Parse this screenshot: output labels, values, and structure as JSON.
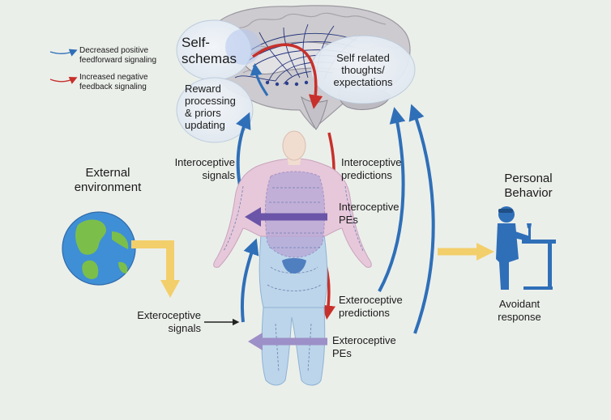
{
  "legend": {
    "blue_label": "Decreased positive\nfeedforward signaling",
    "red_label": "Increased negative\nfeedback signaling"
  },
  "bubbles": {
    "self_schemas": "Self-\nschemas",
    "self_related": "Self related\nthoughts/\nexpectations",
    "reward": "Reward\nprocessing\n& priors\nupdating"
  },
  "labels": {
    "external_environment": "External\nenvironment",
    "personal_behavior": "Personal\nBehavior",
    "interoceptive_signals": "Interoceptive\nsignals",
    "interoceptive_predictions": "Interoceptive\npredictions",
    "interoceptive_pes": "Interoceptive\nPEs",
    "exteroceptive_signals": "Exteroceptive\nsignals",
    "exteroceptive_predictions": "Exteroceptive\npredictions",
    "exteroceptive_pes": "Exteroceptive\nPEs",
    "avoidant_response": "Avoidant\nresponse"
  },
  "colors": {
    "background": "#ebefea",
    "blue": "#2f6fb8",
    "red": "#c8302b",
    "yellow": "#f3cf6b",
    "purple": "#6a55a8",
    "body_upper": "#e6c8da",
    "body_lower": "#bcd5ea",
    "bubble": "#e4ebf3"
  },
  "icons": [
    "brain-illustration",
    "globe-icon",
    "human-body-illustration",
    "person-at-desk-icon"
  ]
}
